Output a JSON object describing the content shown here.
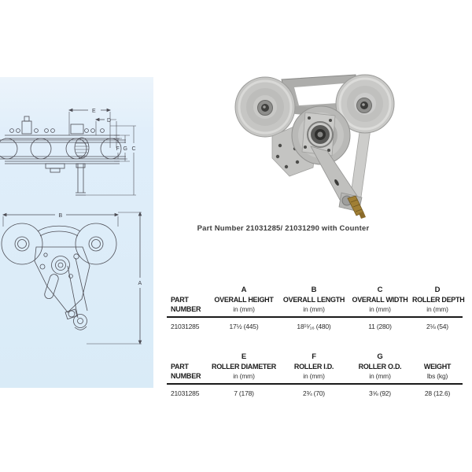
{
  "photo": {
    "caption": "Part Number 21031285/ 21031290 with Counter"
  },
  "diagram": {
    "labels": {
      "A": "A",
      "B": "B",
      "C": "C",
      "D": "D",
      "E": "E",
      "F": "F",
      "G": "G"
    }
  },
  "tables": [
    {
      "columns": [
        {
          "letter": "",
          "name": "PART",
          "unit": "NUMBER"
        },
        {
          "letter": "A",
          "name": "OVERALL HEIGHT",
          "unit": "in (mm)"
        },
        {
          "letter": "B",
          "name": "OVERALL LENGTH",
          "unit": "in (mm)"
        },
        {
          "letter": "C",
          "name": "OVERALL WIDTH",
          "unit": "in (mm)"
        },
        {
          "letter": "D",
          "name": "ROLLER DEPTH",
          "unit": "in (mm)"
        }
      ],
      "rows": [
        [
          "21031285",
          "17½ (445)",
          "18¹⁵⁄₁₆ (480)",
          "11 (280)",
          "2⅛ (54)"
        ]
      ]
    },
    {
      "columns": [
        {
          "letter": "",
          "name": "PART",
          "unit": "NUMBER"
        },
        {
          "letter": "E",
          "name": "ROLLER DIAMETER",
          "unit": "in (mm)"
        },
        {
          "letter": "F",
          "name": "ROLLER I.D.",
          "unit": "in (mm)"
        },
        {
          "letter": "G",
          "name": "ROLLER O.D.",
          "unit": "in (mm)"
        },
        {
          "letter": "",
          "name": "WEIGHT",
          "unit": "lbs (kg)"
        }
      ],
      "rows": [
        [
          "21031285",
          "7 (178)",
          "2¾ (70)",
          "3⅝ (92)",
          "28 (12.6)"
        ]
      ]
    }
  ],
  "colors": {
    "panel_blue": "#ddeef9",
    "table_rule": "#1a1a1a",
    "caption_text": "#3c3c3c",
    "brass_pin": "#9a7a33",
    "metal_gray": "#c6c6c4"
  }
}
